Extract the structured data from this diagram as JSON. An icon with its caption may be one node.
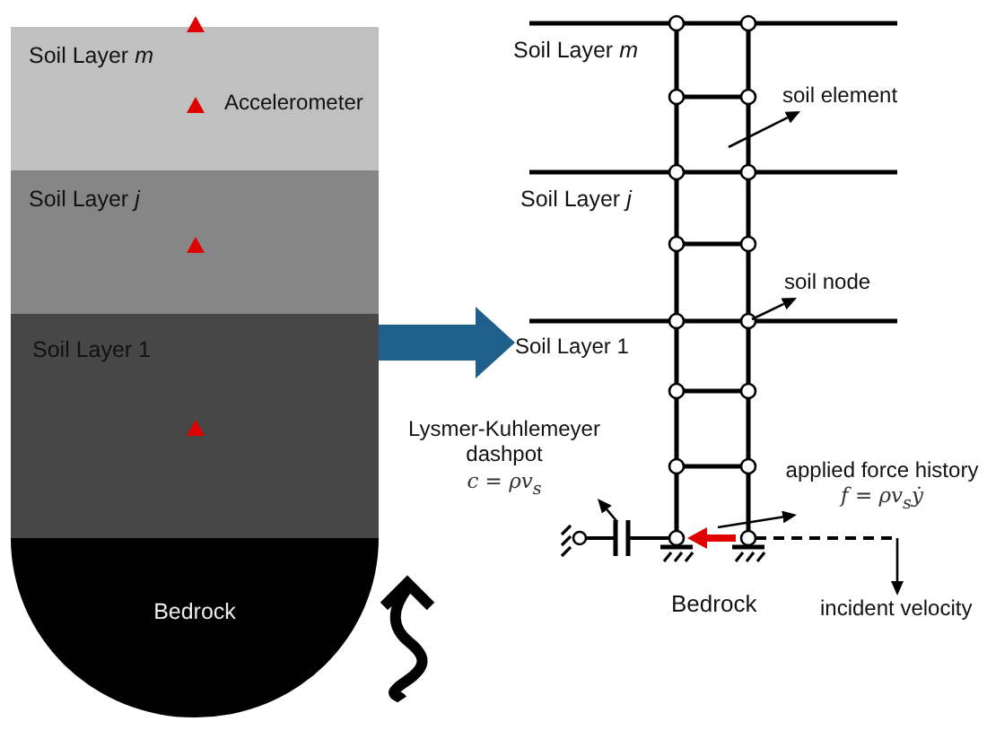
{
  "diagram": {
    "nodes": [
      {
        "text": [
          "Soil Layer *m*"
        ]
      },
      {
        "text": [
          "Soil Layer *j*"
        ]
      },
      {
        "text": [
          "Soil Layer 1"
        ]
      },
      {
        "text": [
          "Bedrock"
        ]
      },
      {
        "text": [
          "Soil Layer 1"
        ]
      },
      {
        "text": [
          "soil element"
        ]
      },
      {
        "text": [
          "soil node"
        ]
      },
      {
        "text": [
          "Lysmer-Kuhlemeyer dashpot",
          "c = ρv$_{s}$"
        ]
      },
      {
        "text": [
          "applied force history",
          "f = ρv$_{s}$ẏ"
        ]
      },
      {
        "text": [
          "incident velocity"
        ]
      },
      {
        "text": [],
        "shape": "arrow"
      },
      {
        "text": [],
        "shape": "line"
      }
    ],
    "edges": [
      {
        "from": 2,
        "to": 4,
        "arrow": "to",
        "style": "thick",
        "color": "#1f5f8b"
      },
      {
        "from": null,
        "to": 5,
        "arrow": "to"
      },
      {
        "from": null,
        "to": 6,
        "arrow": "to"
      },
      {
        "from": null,
        "to": 7,
        "arrow": "to"
      },
      {
        "from": 10,
        "to": 8,
        "arrow": "to"
      },
      {
        "from": 11,
        "to": 9,
        "arrow": "to"
      }
    ],
    "labels": [
      "Accelerometer",
      "Soil Layer *m*",
      "Soil Layer *j*",
      "Bedrock"
    ]
  }
}
